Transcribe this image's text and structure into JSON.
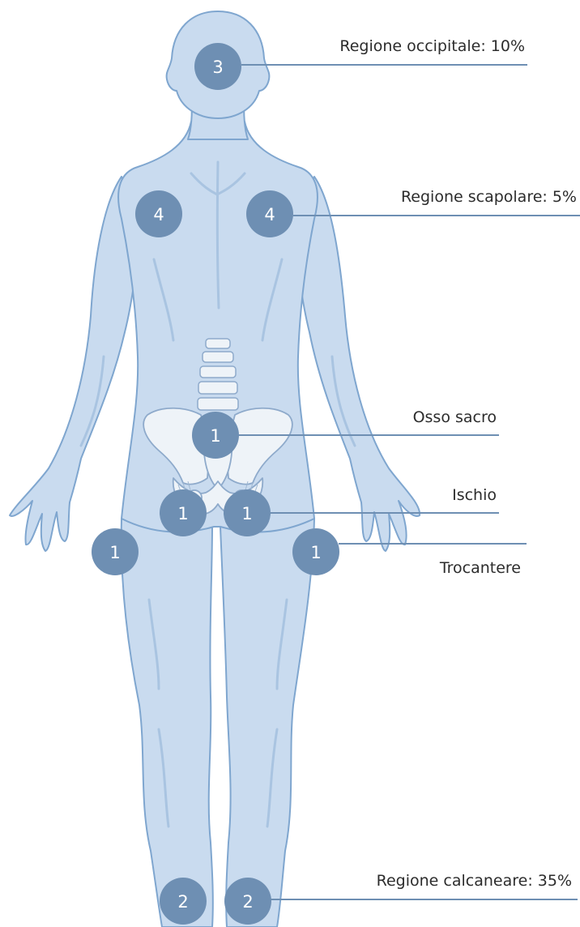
{
  "diagram": {
    "colors": {
      "body_fill": "#c9dbef",
      "body_shade": "#a9c4e1",
      "body_outline": "#7fa6cf",
      "bone_fill": "#eef3f8",
      "bone_outline": "#8eaacb",
      "marker_fill": "#6e8fb3",
      "marker_text": "#ffffff",
      "leader_line": "#6e8fb3",
      "label_text": "#2c2c2c"
    },
    "labels": {
      "occipital": "Regione occipitale: 10%",
      "scapular": "Regione scapolare: 5%",
      "sacrum": "Osso sacro",
      "ischium": "Ischio",
      "trochanter": "Trocantere",
      "heel": "Regione calcaneare: 35%"
    },
    "markers": {
      "head": "3",
      "scapula_left": "4",
      "scapula_right": "4",
      "sacrum": "1",
      "ischium_left": "1",
      "ischium_right": "1",
      "trochanter_left": "1",
      "trochanter_right": "1",
      "heel_left": "2",
      "heel_right": "2"
    }
  }
}
